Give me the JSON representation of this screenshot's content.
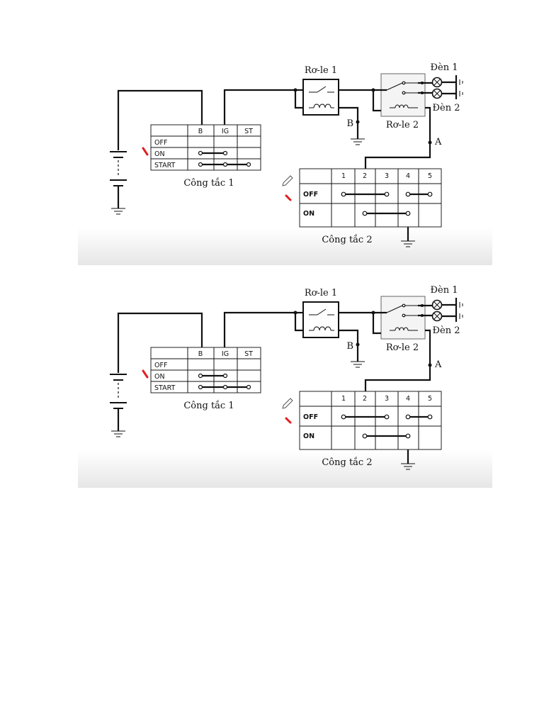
{
  "diagrams": [
    {
      "relay1_label": "Rơ-le 1",
      "relay2_label": "Rơ-le 2",
      "lamp1_label": "Đèn 1",
      "lamp2_label": "Đèn 2",
      "node_b": "B",
      "node_a": "A",
      "switch1": {
        "caption": "Công tắc 1",
        "columns": [
          "B",
          "IG",
          "ST"
        ],
        "rows": [
          "OFF",
          "ON",
          "START"
        ]
      },
      "switch2": {
        "caption": "Công tắc 2",
        "columns": [
          "1",
          "2",
          "3",
          "4",
          "5"
        ],
        "rows": [
          "OFF",
          "ON"
        ]
      }
    },
    {
      "relay1_label": "Rơ-le 1",
      "relay2_label": "Rơ-le 2",
      "lamp1_label": "Đèn 1",
      "lamp2_label": "Đèn 2",
      "node_b": "B",
      "node_a": "A",
      "switch1": {
        "caption": "Công tắc 1",
        "columns": [
          "B",
          "IG",
          "ST"
        ],
        "rows": [
          "OFF",
          "ON",
          "START"
        ]
      },
      "switch2": {
        "caption": "Công tắc 2",
        "columns": [
          "1",
          "2",
          "3",
          "4",
          "5"
        ],
        "rows": [
          "OFF",
          "ON"
        ]
      }
    }
  ]
}
